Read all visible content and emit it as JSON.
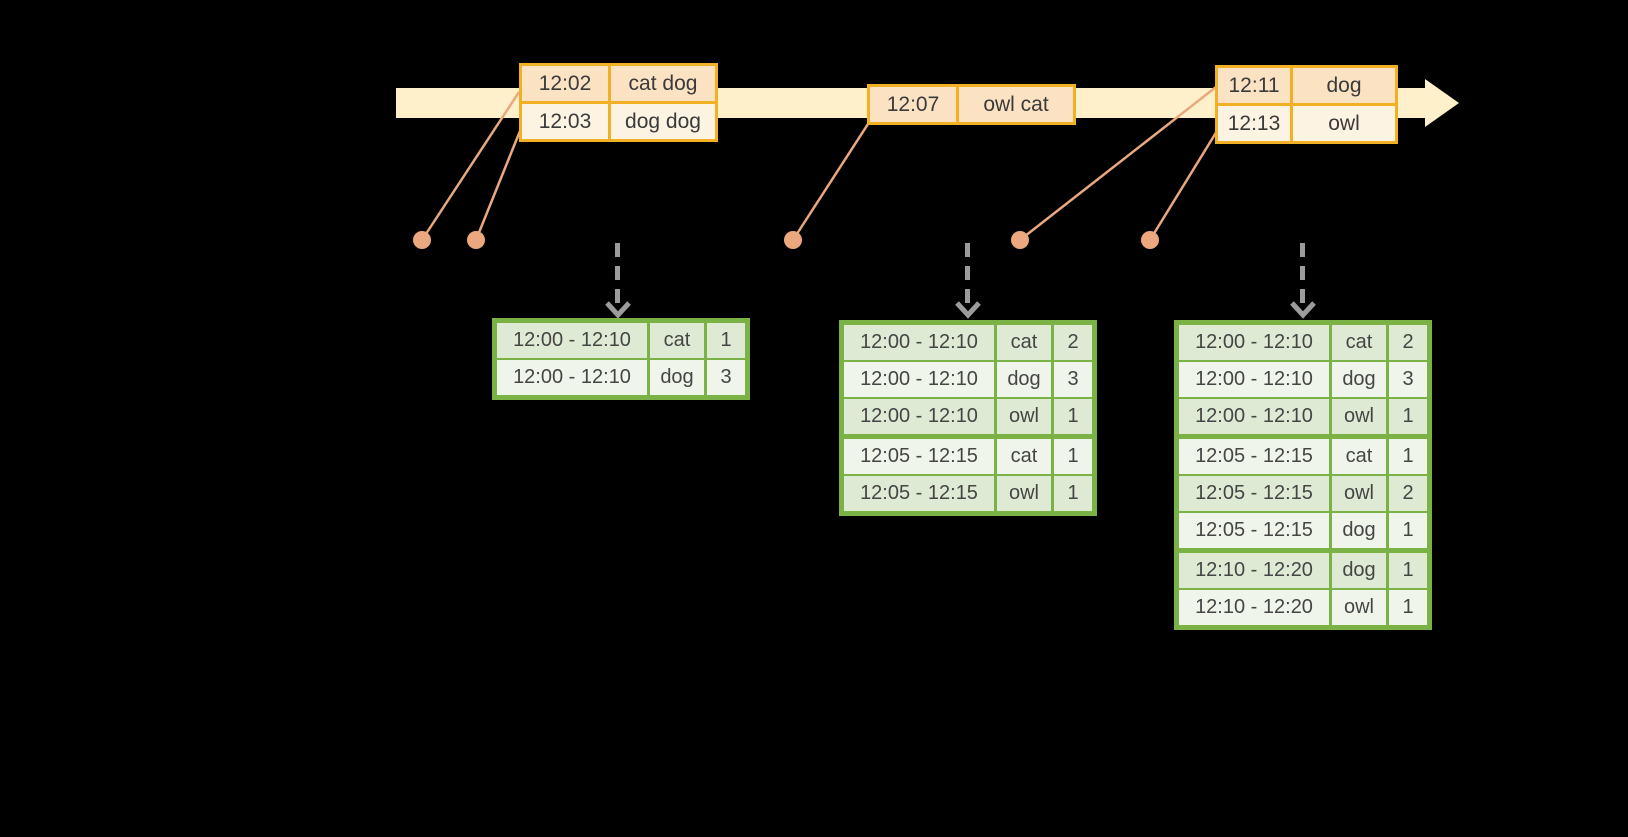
{
  "colors": {
    "background": "#000000",
    "timeline_band": "#FDF0CA",
    "event_table_border": "#F2B124",
    "event_row_dark": "#FBE2C3",
    "event_row_light": "#FDF3E2",
    "event_dot": "#EBA87E",
    "result_table_border": "#7AB246",
    "result_row_dark": "#DEEAD3",
    "result_row_light": "#F0F5EB",
    "trigger_arrow": "#9C9C9C",
    "text": "#3A3A3A"
  },
  "event_tables": [
    {
      "rows": [
        {
          "time": "12:02",
          "words": "cat dog"
        },
        {
          "time": "12:03",
          "words": "dog dog"
        }
      ]
    },
    {
      "rows": [
        {
          "time": "12:07",
          "words": "owl cat"
        }
      ]
    },
    {
      "rows": [
        {
          "time": "12:11",
          "words": "dog"
        },
        {
          "time": "12:13",
          "words": "owl"
        }
      ]
    }
  ],
  "result_tables": [
    {
      "rows": [
        {
          "window": "12:00 - 12:10",
          "word": "cat",
          "count": "1"
        },
        {
          "window": "12:00 - 12:10",
          "word": "dog",
          "count": "3"
        }
      ]
    },
    {
      "rows": [
        {
          "window": "12:00 - 12:10",
          "word": "cat",
          "count": "2"
        },
        {
          "window": "12:00 - 12:10",
          "word": "dog",
          "count": "3"
        },
        {
          "window": "12:00 - 12:10",
          "word": "owl",
          "count": "1"
        },
        {
          "window": "12:05 - 12:15",
          "word": "cat",
          "count": "1"
        },
        {
          "window": "12:05 - 12:15",
          "word": "owl",
          "count": "1"
        }
      ]
    },
    {
      "rows": [
        {
          "window": "12:00 - 12:10",
          "word": "cat",
          "count": "2"
        },
        {
          "window": "12:00 - 12:10",
          "word": "dog",
          "count": "3"
        },
        {
          "window": "12:00 - 12:10",
          "word": "owl",
          "count": "1"
        },
        {
          "window": "12:05 - 12:15",
          "word": "cat",
          "count": "1"
        },
        {
          "window": "12:05 - 12:15",
          "word": "owl",
          "count": "2"
        },
        {
          "window": "12:05 - 12:15",
          "word": "dog",
          "count": "1"
        },
        {
          "window": "12:10 - 12:20",
          "word": "dog",
          "count": "1"
        },
        {
          "window": "12:10 - 12:20",
          "word": "owl",
          "count": "1"
        }
      ]
    }
  ]
}
